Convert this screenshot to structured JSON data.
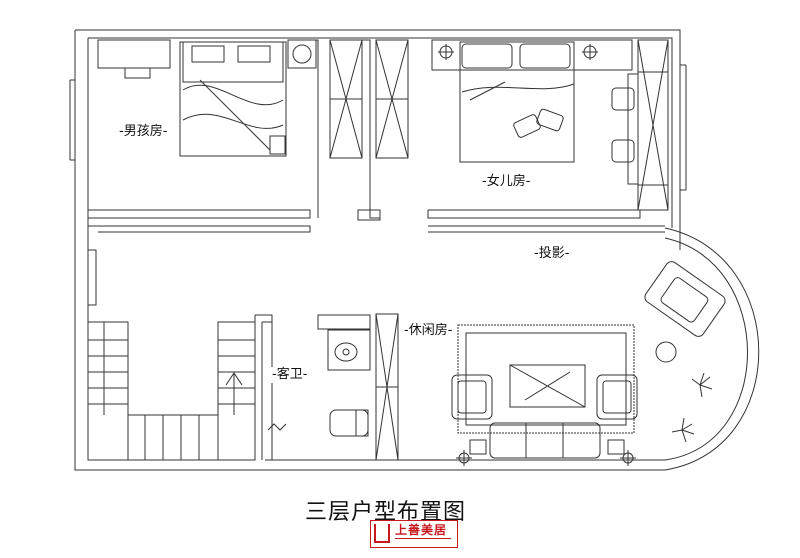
{
  "plan": {
    "title": "三层户型布置图",
    "rooms": {
      "boy_room": "-男孩房-",
      "girl_room": "-女儿房-",
      "projection": "-投影-",
      "lounge": "-休闲房-",
      "guest_bath": "-客卫-"
    },
    "watermark": {
      "brand": "上善美居",
      "color": "#c8191e"
    },
    "line_color": "#333333"
  }
}
